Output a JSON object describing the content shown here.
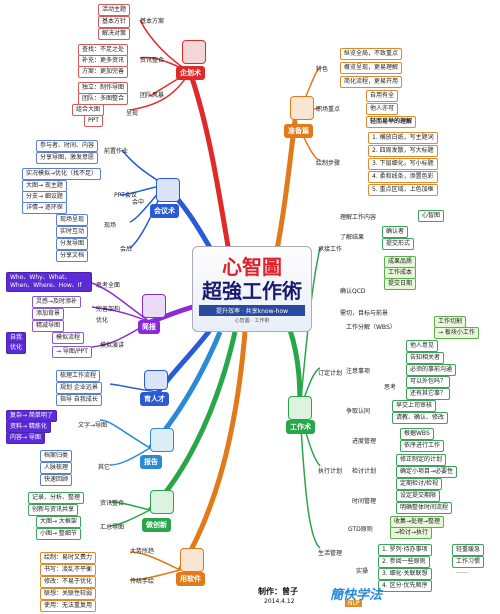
{
  "center": {
    "title_line1": "心智圖",
    "title_line2": "超強工作術",
    "subtitle": "提升效率 · 共享know-how",
    "small": "心智圖 · 工作術"
  },
  "credit": {
    "label": "制作：曾子",
    "date": "2014.4.12"
  },
  "brand": {
    "name": "簡快学法",
    "sub": "NLP"
  },
  "topics": {
    "enterprise": "企划术",
    "meeting": "会议术",
    "briefing": "简报",
    "team": "育人才",
    "report": "报告",
    "innovate": "做创新",
    "software": "用软件",
    "prepare": "准备篇",
    "work": "工作术"
  },
  "left_nodes": {
    "plan_a": [
      "活动主题",
      "基本方针",
      "解决对策"
    ],
    "plan_a_label": "基本方案",
    "plan_b": [
      "查找：不足之处",
      "补充：更多资讯",
      "方案：更加完善"
    ],
    "plan_b_label": "资讯整合",
    "plan_c": [
      "独立：制作导图",
      "团队：多图整合"
    ],
    "plan_c_label": "团队风暴",
    "plan_d": [
      "组合大图",
      "PPT"
    ],
    "plan_d_label": "呈现",
    "meet_pre": [
      "参与者、时间、内容",
      "分享导图，激发意愿"
    ],
    "meet_pre_label": "前置作业",
    "meet_ppt": [
      "实况模拟→优化（找不足）",
      "大图→ 现主题",
      "分支→ 细议题",
      "详情→ 逐环探"
    ],
    "meet_ppt_label": "PPT会议",
    "meet_live": [
      "现场呈现",
      "实时互动"
    ],
    "meet_live_label": "现场",
    "meet_after": [
      "分发导图",
      "分享文档"
    ],
    "meet_after_label": "会后",
    "meet_mid_label": "会中",
    "brief_who": "Who、Why、What、When、Where、How、If",
    "brief_who_label": "思考全面",
    "brief_gen": [
      "灵感→及时添补"
    ],
    "brief_gen_label": "完善架构",
    "brief_opt": [
      "添加背景",
      "精减导图"
    ],
    "brief_opt_label": "优化",
    "brief_flow": [
      "模拟流程",
      "→ 导图/PPT"
    ],
    "brief_flow_label": "模拟演讲",
    "brief_tip": [
      "自我",
      "优化"
    ],
    "team_items": [
      "梳理工作流程",
      "规划 企业远景",
      "指导 自我成长"
    ],
    "report_items": [
      "复杂→ 简单明了",
      "资料→ 精炼化",
      "内容→ 导图"
    ],
    "report_items_label": "文字→导图",
    "report_misc": [
      "档案归类",
      "人脉梳理",
      "快速回顾"
    ],
    "report_misc_label": "其它",
    "innov_a": [
      "记录、分析、整理",
      "创新与资讯共享"
    ],
    "innov_a_label": "资讯整合",
    "innov_b": [
      "大图→ 大框架",
      "小图→ 整细节"
    ],
    "innov_b_label": "汇总导图",
    "soft_a": [
      "绘制：易时又费力"
    ],
    "soft_a_label": "大势所趋",
    "soft_b": [
      "书写：凌乱不平衡",
      "修改：不易于优化",
      "联想：关联性较弱",
      "使用：无法重复用"
    ],
    "soft_b_label": "传统手绘"
  },
  "right_nodes": {
    "feature_label": "特色",
    "feature": [
      "纵览全局，不致重点",
      "概览呈现，更易理解",
      "简化流程，更易开用"
    ],
    "key_label": "职场重点",
    "key": [
      "自用有全",
      "他人亦可",
      "轻而易举的理解"
    ],
    "draw_label": "绘制步骤",
    "draw": [
      "1. 横放白纸，写主题词",
      "2. 四周发散，写大标题",
      "3. 下层细化，写小标题",
      "4. 柔和线条，添置色彩",
      "5. 重点区域，上色加框"
    ],
    "accept_label": "承接工作",
    "accept": [
      "理解工作内容",
      "了解结果",
      "确认QCD",
      "需切，目标与前景"
    ],
    "accept_sub1": "心智图",
    "accept_sub2": [
      "确认者",
      "提交形式"
    ],
    "accept_sub3": [
      "成果品质",
      "工作成本",
      "提交日期"
    ],
    "plan_label": "订定计划",
    "plan_wbs": "工作分解（WBS）",
    "plan_wbs_sub": [
      "工作切割",
      "→ 板块小工作"
    ],
    "plan_risk_label": "注意事项",
    "plan_risk": [
      "他人意见",
      "告知相关者",
      "必须的事前沟通"
    ],
    "plan_think_label": "思考",
    "plan_think": [
      "可以外包吗？",
      "还有其它事？"
    ],
    "plan_approve_label": "争取认同",
    "plan_approve": [
      "早交上司审核",
      "请教、确认、修改"
    ],
    "exec_label": "执行计划",
    "exec_prog_label": "进度管理",
    "exec_prog": [
      "根据WBS",
      "依序进行工作"
    ],
    "exec_check_label": "检讨计划",
    "exec_check": [
      "修正制定的计划",
      "确定小项目→必要性",
      "定期检讨/检视"
    ],
    "exec_time_label": "时间管理",
    "exec_time": [
      "设定提交期限",
      "明确整体时间流程"
    ],
    "life_label": "生活管理",
    "life_gtd_label": "GTD原则",
    "life_gtd": [
      "收集→处理→整理",
      "→检讨→执行"
    ],
    "life_do_label": "实操",
    "life_do": [
      "1. 罗列·待办事项",
      "2. 参阅一些原则",
      "3. 细化·关联联想",
      "4. 区分·优先顺序"
    ],
    "life_do_sub": [
      "轻重缓急",
      "工作习惯",
      "……"
    ]
  },
  "colors": {
    "red": "#e02a2a",
    "blue": "#2a5ad6",
    "green": "#2aa64a",
    "purple": "#8a2ad6",
    "orange": "#e07a1a",
    "magenta": "#d62aa0"
  }
}
